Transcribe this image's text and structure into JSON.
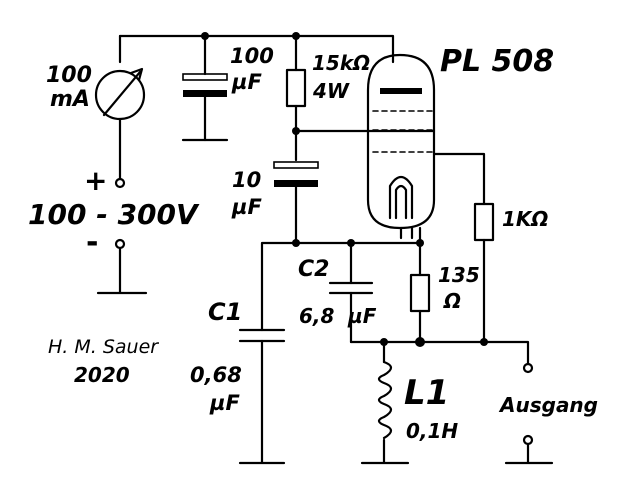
{
  "tube": {
    "label": "PL 508"
  },
  "meter": {
    "value": "100",
    "unit": "mA"
  },
  "supply": {
    "plus": "+",
    "range": "100 - 300V",
    "minus": "-"
  },
  "cap_supply": {
    "value": "100",
    "unit": "µF"
  },
  "res_screen": {
    "value": "15kΩ",
    "power": "4W"
  },
  "cap_screen": {
    "value": "10",
    "unit": "µF"
  },
  "res_grid": {
    "value": "1KΩ"
  },
  "res_cathode": {
    "value": "135",
    "unit": "Ω"
  },
  "c2": {
    "name": "C2",
    "value": "6,8",
    "unit": "µF"
  },
  "c1": {
    "name": "C1",
    "value": "0,68",
    "unit": "µF"
  },
  "l1": {
    "name": "L1",
    "value": "0,1H"
  },
  "output": {
    "label": "Ausgang"
  },
  "author": {
    "name": "H. M. Sauer",
    "year": "2020"
  }
}
